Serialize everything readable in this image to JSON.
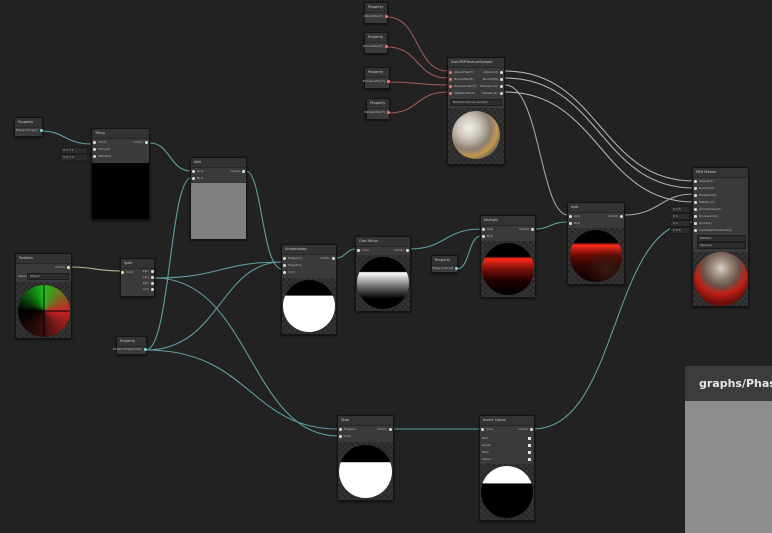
{
  "side_panel": {
    "title": "graphs/Phase"
  },
  "nodes": {
    "property_albedo": {
      "title": "Property",
      "port": "AlbedoTex(T)"
    },
    "property_normal": {
      "title": "Property",
      "port": "NormalTex(T)"
    },
    "property_emission": {
      "title": "Property",
      "port": "EmissionTex(T)"
    },
    "property_metallic": {
      "title": "Property",
      "port": "MetallicTex(T)"
    },
    "sample_texture": {
      "title": "Sub-PBRTextureSample",
      "inputs": [
        "AlbedoTex(T)",
        "NormalTex(T)",
        "EmissionTex(T)",
        "MetallicTex(T)"
      ],
      "outputs": [
        "Albedo(3)",
        "Normal(3)",
        "Emission(3)",
        "Metallic(1)"
      ],
      "dropdown": "Normal texture sample"
    },
    "property_phase_uv": {
      "title": "Property",
      "port": "Phase Tiling(2)"
    },
    "tiling": {
      "title": "Tiling",
      "inputs": [
        "UV(2)",
        "Tiling(2)",
        "Offset(2)"
      ],
      "output": "Out(2)",
      "field1": "X 1  Y 1",
      "field2": "X 0  Y 0"
    },
    "add": {
      "title": "Add",
      "inputs": [
        "A(1)",
        "B(1)"
      ],
      "output": "Out(1)"
    },
    "position": {
      "title": "Position",
      "output": "Out(3)",
      "space_label": "Space",
      "space_value": "Object"
    },
    "split": {
      "title": "Split",
      "input": "In(4)",
      "outputs": [
        "R(1)",
        "G(1)",
        "B(1)",
        "A(1)"
      ]
    },
    "property_threshold": {
      "title": "Property",
      "port": "Phase Threshold(1)"
    },
    "smoothstep": {
      "title": "Smoothstep",
      "inputs": [
        "Edge1(1)",
        "Edge2(1)",
        "In(1)"
      ],
      "output": "Out(1)"
    },
    "one_minus": {
      "title": "One Minus",
      "input": "In(1)",
      "output": "Out(1)"
    },
    "multiply": {
      "title": "Multiply",
      "inputs": [
        "A(4)",
        "B(4)"
      ],
      "output": "Out(4)"
    },
    "property_edge_color": {
      "title": "Property",
      "port": "Edge Color(4)"
    },
    "add2": {
      "title": "Add",
      "inputs": [
        "A(4)",
        "B(4)"
      ],
      "output": "Out(4)"
    },
    "pbr_master": {
      "title": "PBR Master",
      "inputs": [
        "Albedo(3)",
        "Normal(3)",
        "Emission(3)",
        "Metallic(1)",
        "Smoothness(1)",
        "Occlusion(1)",
        "Alpha(1)",
        "AlphaClipThreshold(1)"
      ],
      "fields": [
        "X 0.5",
        "X 1",
        "X 1",
        "X 0.5"
      ],
      "dropdown1": "Metallic",
      "dropdown2": "Opaque"
    },
    "step": {
      "title": "Step",
      "inputs": [
        "Edge(1)",
        "In(1)"
      ],
      "output": "Out(1)"
    },
    "invert_colors": {
      "title": "Invert Colors",
      "input": "In(1)",
      "output": "Out(1)",
      "channels": [
        "Red",
        "Green",
        "Blue",
        "Alpha"
      ]
    }
  }
}
